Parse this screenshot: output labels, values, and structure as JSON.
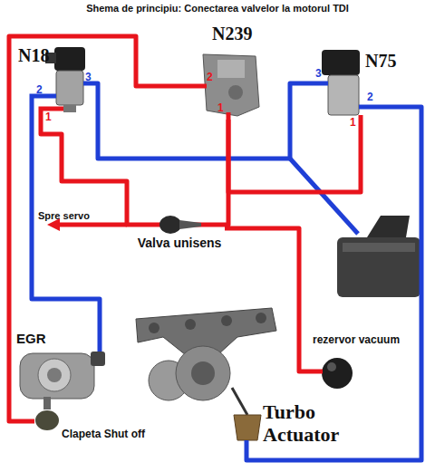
{
  "diagram": {
    "title": "Shema de principiu: Conectarea valvelor la motorul TDI",
    "nodes": [
      {
        "text": [
          "N18"
        ]
      },
      {
        "text": [
          "N239"
        ]
      },
      {
        "text": [
          "N75"
        ]
      },
      {
        "text": [
          "Valva unisens"
        ]
      },
      {
        "text": [
          "EGR"
        ]
      },
      {
        "text": [
          "rezervor vacuum"
        ]
      },
      {
        "text": [
          "Clapeta Shut off"
        ]
      },
      {
        "text": [
          "Turbo Actuator"
        ]
      }
    ],
    "edges": [
      {
        "from": 0,
        "to": 4,
        "arrow": "none"
      },
      {
        "from": 0,
        "to": 2,
        "arrow": "none"
      },
      {
        "from": 1,
        "to": 6,
        "arrow": "none"
      },
      {
        "from": 2,
        "to": 7,
        "arrow": "none"
      },
      {
        "from": 0,
        "to": 3,
        "arrow": "none"
      },
      {
        "from": 1,
        "to": 3,
        "arrow": "none"
      },
      {
        "from": 2,
        "to": 1,
        "arrow": "none"
      },
      {
        "from": 5,
        "to": 3,
        "arrow": "none"
      }
    ],
    "labels": [
      "2",
      "3",
      "1",
      "2",
      "1",
      "3",
      "2",
      "1",
      "Spre servo"
    ]
  }
}
